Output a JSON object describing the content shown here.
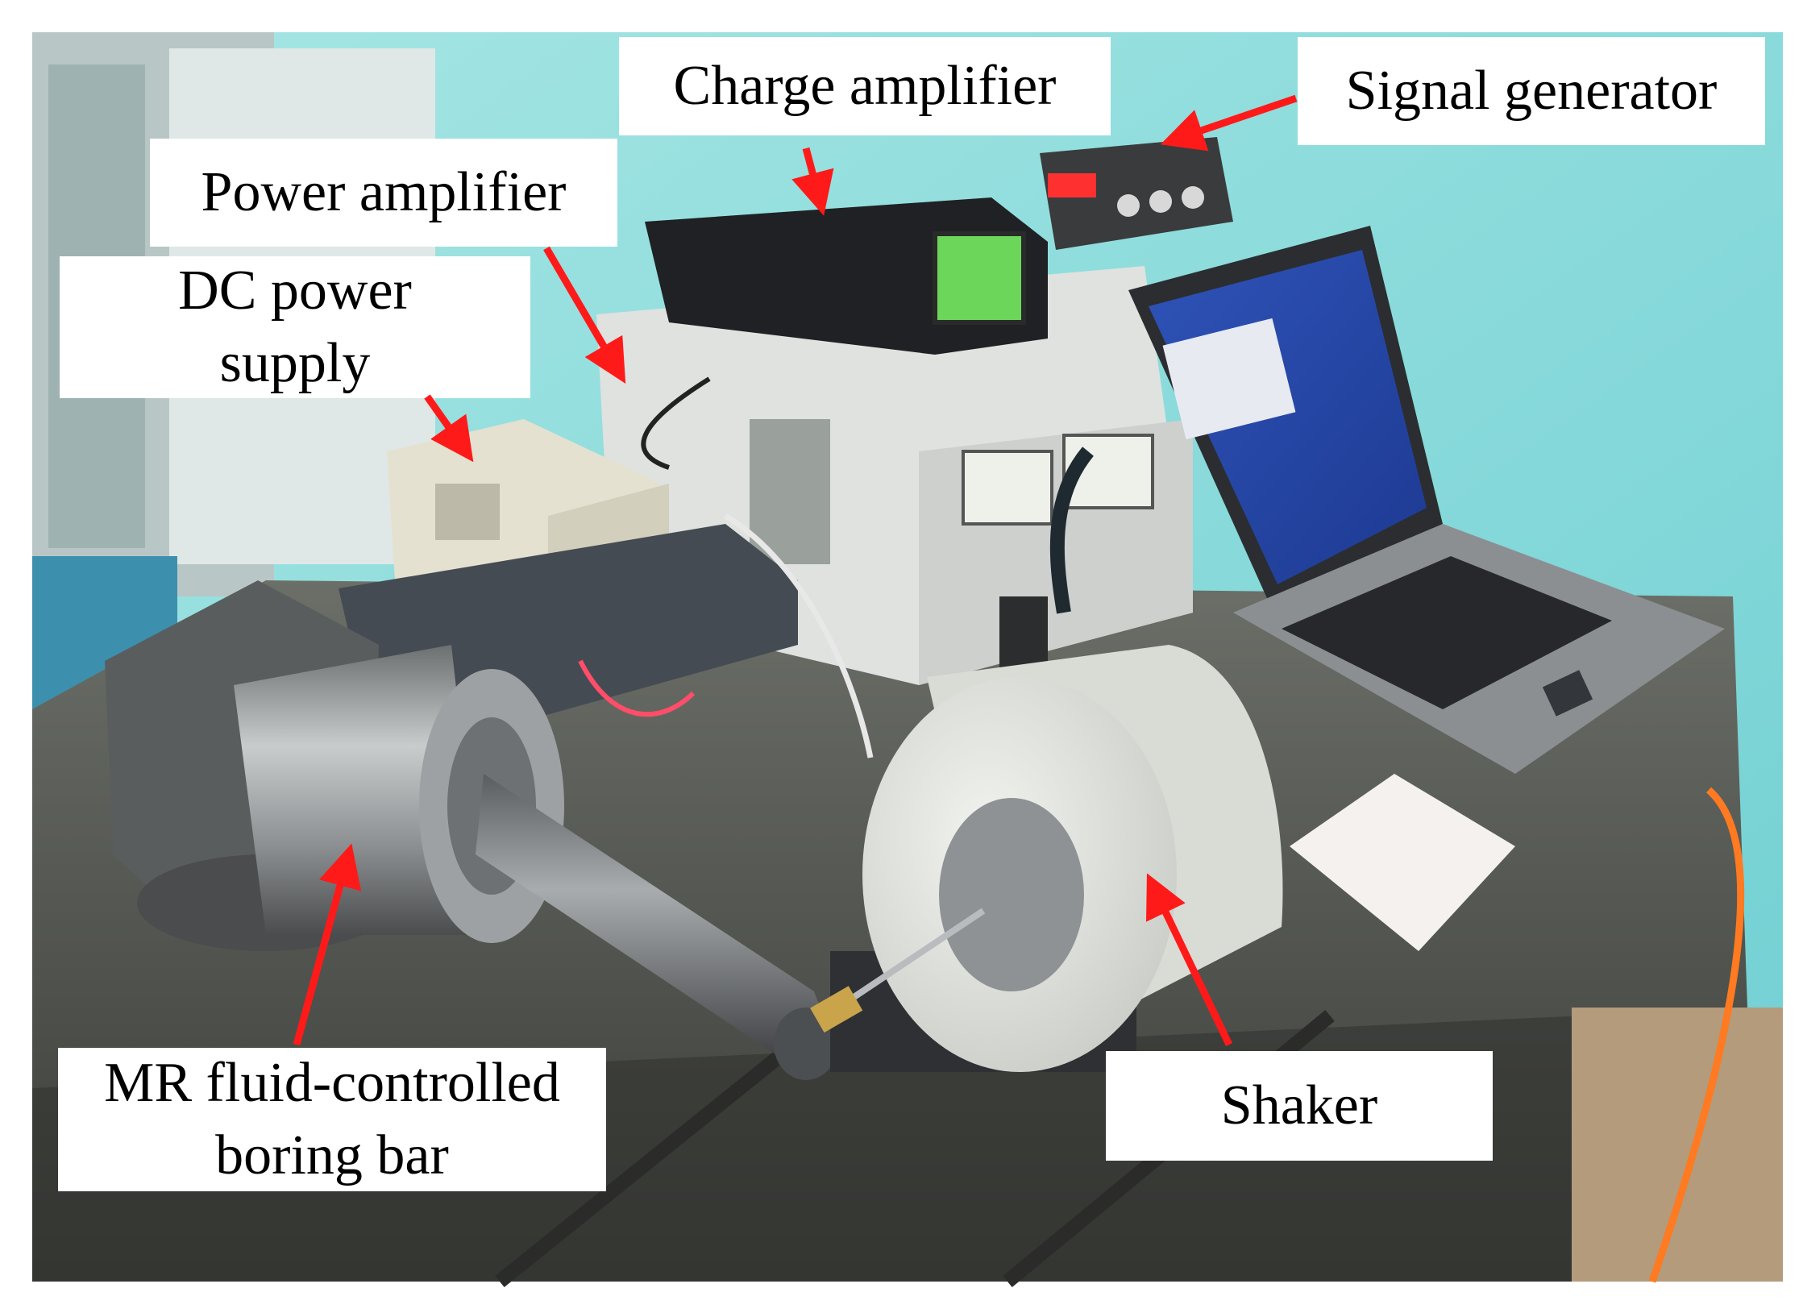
{
  "figure": {
    "labels": {
      "charge_amplifier": "Charge amplifier",
      "signal_generator": "Signal generator",
      "power_amplifier": "Power amplifier",
      "dc_power_supply": {
        "line1": "DC power",
        "line2": "supply"
      },
      "boring_bar": {
        "line1": "MR fluid-controlled",
        "line2": "boring bar"
      },
      "shaker": "Shaker"
    },
    "colors": {
      "arrow": "#ff1a1a",
      "label_background": "#ffffff",
      "label_text": "#000000",
      "wall": "#8fdcdc",
      "table": "#4a4d48"
    }
  }
}
